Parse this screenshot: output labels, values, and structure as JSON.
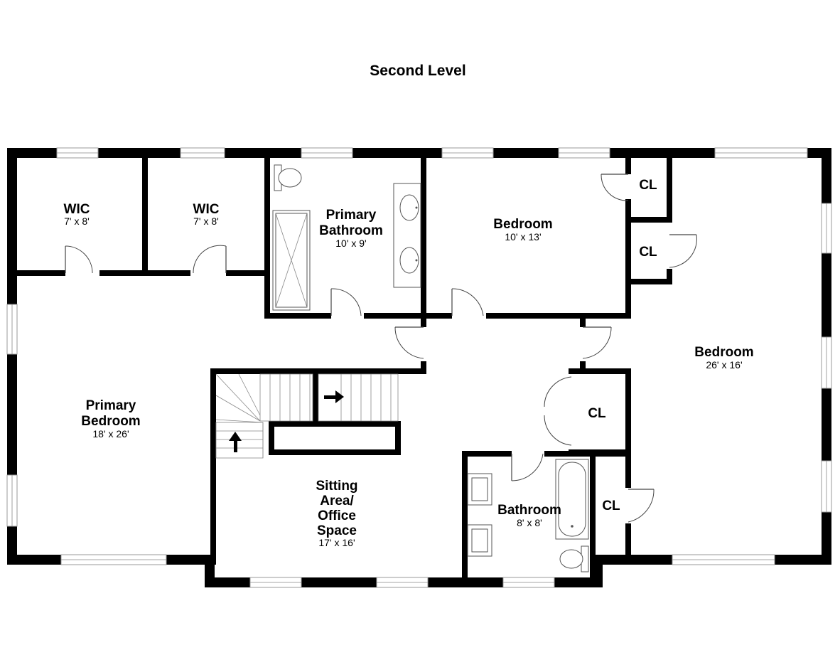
{
  "title": "Second Level",
  "rooms": {
    "wic1": {
      "name": "WIC",
      "dims": "7' x 8'"
    },
    "wic2": {
      "name": "WIC",
      "dims": "7' x 8'"
    },
    "primary_bath": {
      "name_line1": "Primary",
      "name_line2": "Bathroom",
      "dims": "10' x 9'"
    },
    "bedroom_top": {
      "name": "Bedroom",
      "dims": "10' x 13'"
    },
    "cl1": {
      "name": "CL"
    },
    "cl2": {
      "name": "CL"
    },
    "bedroom_right": {
      "name": "Bedroom",
      "dims": "26' x 16'"
    },
    "primary_bedroom": {
      "name_line1": "Primary",
      "name_line2": "Bedroom",
      "dims": "18' x 26'"
    },
    "cl3": {
      "name": "CL"
    },
    "sitting": {
      "line1": "Sitting",
      "line2": "Area/",
      "line3": "Office",
      "line4": "Space",
      "dims": "17' x 16'"
    },
    "bathroom": {
      "name": "Bathroom",
      "dims": "8' x 8'"
    },
    "cl4": {
      "name": "CL"
    }
  },
  "colors": {
    "wall": "#000000",
    "window_frame": "#9a9a9a",
    "background": "#ffffff"
  }
}
